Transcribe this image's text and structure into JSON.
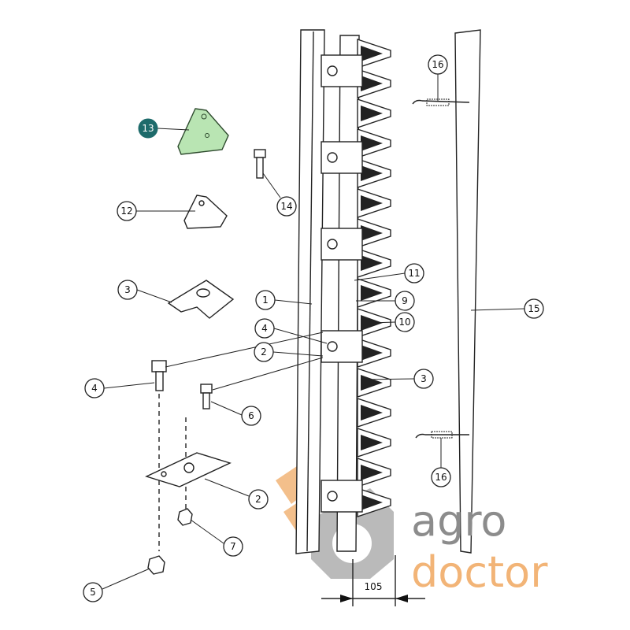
{
  "title": "Cutter bar knife assembly parts diagram",
  "highlight": {
    "label": "13",
    "badge_color": "#1e6b6b",
    "part_color": "#b9e5b3"
  },
  "callouts": [
    "13",
    "12",
    "14",
    "16",
    "3",
    "1",
    "11",
    "9",
    "10",
    "15",
    "4",
    "2",
    "3",
    "4",
    "6",
    "16",
    "2",
    "7",
    "5"
  ],
  "dimension": {
    "value": "105"
  },
  "watermark": {
    "line1": "agro",
    "line2": "doctor",
    "color1": "#8c8c8c",
    "color2": "#f2b477"
  }
}
